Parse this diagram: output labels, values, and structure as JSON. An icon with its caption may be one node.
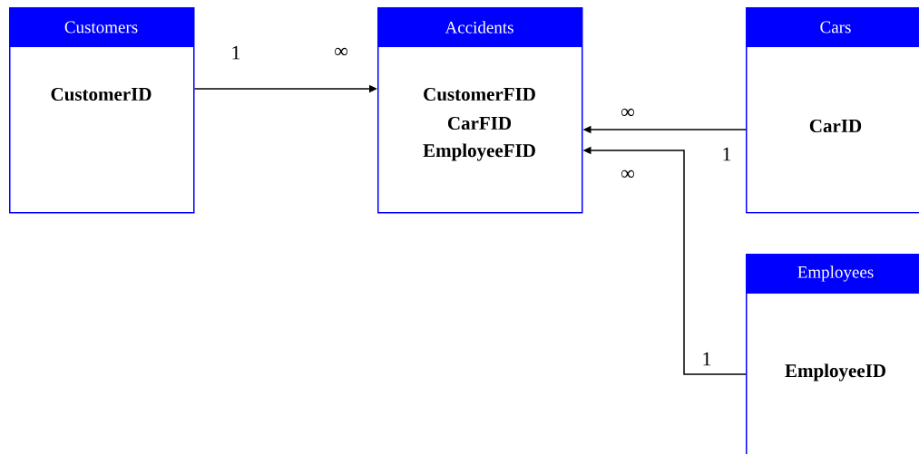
{
  "diagram": {
    "nodes": [
      {
        "text": [
          "Customers",
          "CustomerID"
        ]
      },
      {
        "text": [
          "Accidents",
          "CustomerFID",
          "CarFID",
          "EmployeeFID"
        ]
      },
      {
        "text": [
          "Cars",
          "CarID"
        ]
      },
      {
        "text": [
          "Employees",
          "EmployeeID"
        ]
      }
    ],
    "edges": [
      {
        "from": 0,
        "to": 1,
        "arrow": "to"
      },
      {
        "from": 2,
        "to": 1,
        "arrow": "to"
      },
      {
        "from": 3,
        "to": 1,
        "arrow": "to"
      }
    ],
    "labels": [
      "1",
      "∞",
      "∞",
      "1",
      "∞",
      "1"
    ]
  }
}
